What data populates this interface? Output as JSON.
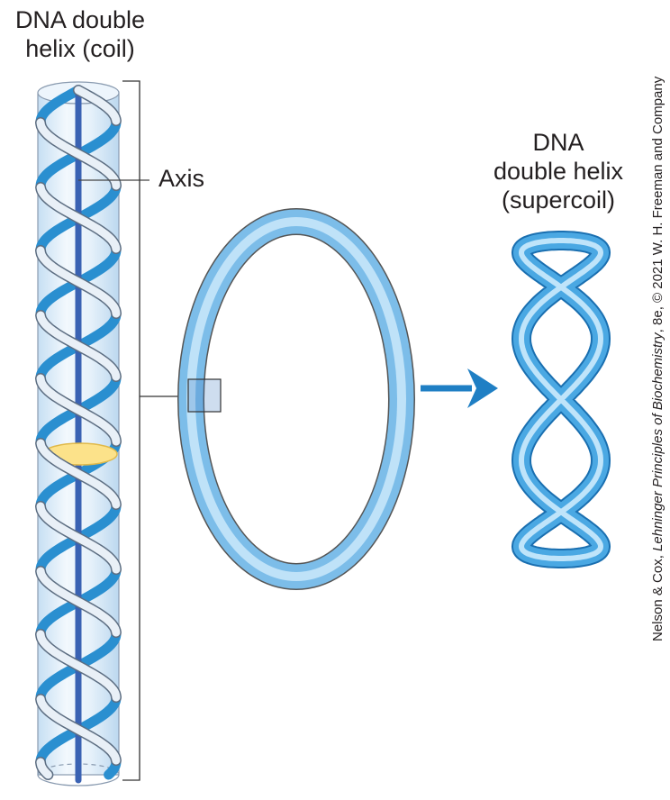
{
  "labels": {
    "coil_line1": "DNA double",
    "coil_line2": "helix (coil)",
    "axis": "Axis",
    "super_line1": "DNA",
    "super_line2": "double helix",
    "super_line3": "(supercoil)"
  },
  "credit": {
    "prefix": "Nelson & Cox, ",
    "book": "Lehninger Principles of Biochemistry",
    "suffix": ", 8e, © 2021 W. H. Freeman and Company"
  },
  "colors": {
    "strand_blue": "#2a8fd0",
    "axis_blue": "#3a62b3",
    "cylinder": "#dcecf8",
    "base_pair": "#fce28a",
    "ring": "#8ec9ef",
    "arrow": "#1f7fc4",
    "outline": "#555555"
  }
}
